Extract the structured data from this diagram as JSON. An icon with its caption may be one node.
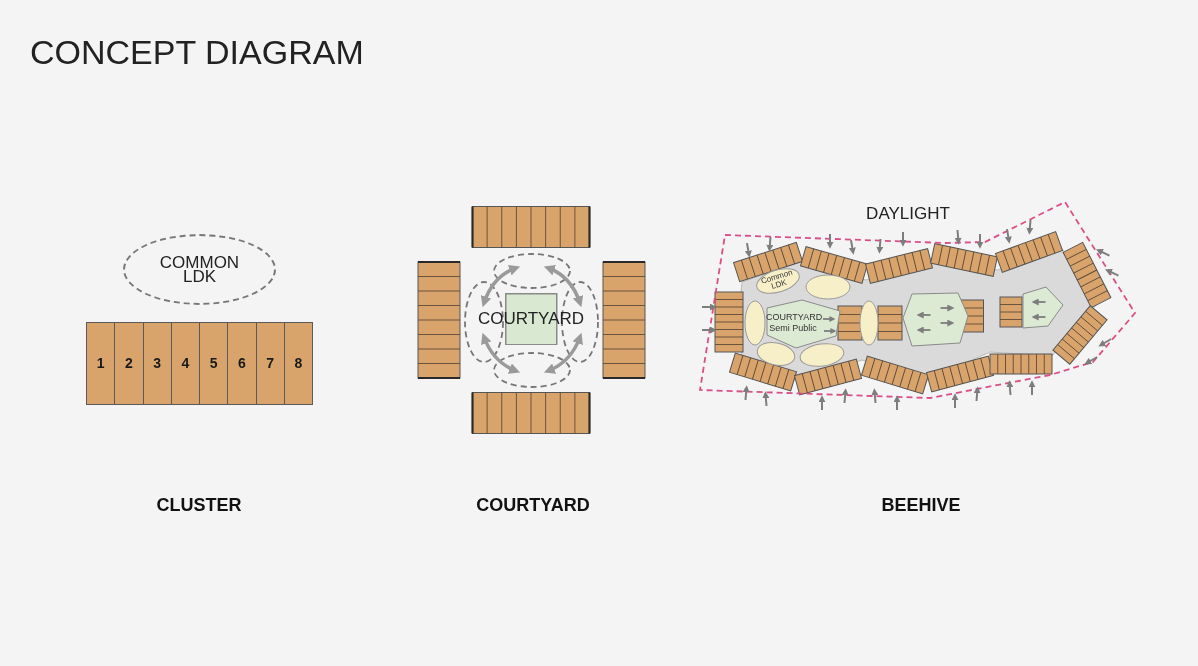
{
  "diagram": {
    "title": "CONCEPT DIAGRAM",
    "nodes": [
      {
        "text": [
          "COMMON LDK"
        ]
      },
      {
        "text": [
          "1"
        ]
      },
      {
        "text": [
          "2"
        ]
      },
      {
        "text": [
          "3"
        ]
      },
      {
        "text": [
          "4"
        ]
      },
      {
        "text": [
          "5"
        ]
      },
      {
        "text": [
          "6"
        ]
      },
      {
        "text": [
          "7"
        ]
      },
      {
        "text": [
          "8"
        ]
      },
      {
        "text": [
          "COURTYARD"
        ]
      },
      {
        "text": [
          "Common LDK"
        ]
      },
      {
        "text": [
          "COURTYARD Semi Public"
        ]
      }
    ],
    "labels": [
      "DAYLIGHT",
      "CLUSTER",
      "COURTYARD",
      "BEEHIVE"
    ]
  }
}
